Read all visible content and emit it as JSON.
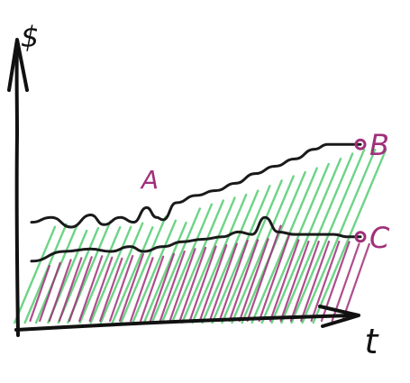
{
  "chart_data": {
    "type": "line",
    "ylabel": "$",
    "xlabel": "t",
    "xlim": [
      0,
      100
    ],
    "ylim": [
      0,
      100
    ],
    "grid": false,
    "series": [
      {
        "name": "B",
        "color": "#1a1a1a",
        "shading_color": "#5ed07a",
        "x": [
          0,
          6,
          12,
          18,
          22,
          27,
          31,
          35,
          38,
          40,
          44,
          50,
          56,
          62,
          68,
          74,
          80,
          86,
          90,
          95,
          100
        ],
        "y": [
          42,
          44,
          40,
          45,
          41,
          44,
          42,
          48,
          44,
          43,
          50,
          53,
          55,
          58,
          62,
          65,
          68,
          72,
          74,
          74,
          74
        ]
      },
      {
        "name": "C",
        "color": "#1a1a1a",
        "shading_color": "#a0307a",
        "x": [
          0,
          10,
          18,
          24,
          30,
          34,
          40,
          46,
          52,
          58,
          63,
          67,
          71,
          75,
          80,
          86,
          92,
          96,
          100
        ],
        "y": [
          26,
          30,
          31,
          30,
          32,
          30,
          32,
          34,
          35,
          36,
          38,
          37,
          44,
          38,
          37,
          37,
          37,
          36,
          36
        ]
      }
    ],
    "annotations": [
      {
        "label": "A",
        "color": "#a0307a",
        "x": 36,
        "y": 56
      }
    ],
    "axis_color": "#111111",
    "accent_label_color": "#a0307a"
  }
}
